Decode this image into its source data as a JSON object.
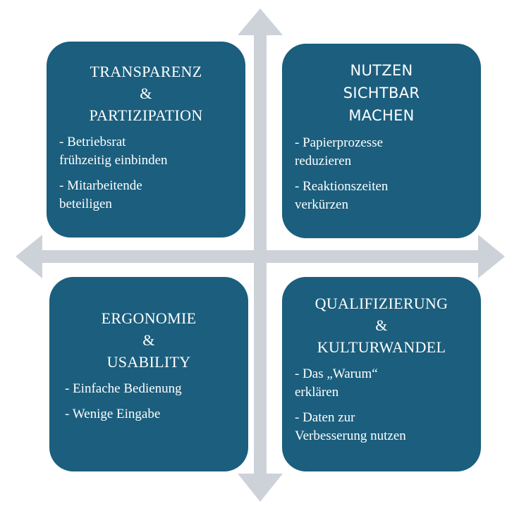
{
  "colors": {
    "box_fill": "#1b5e7d",
    "box_text": "#ffffff",
    "axis_color": "#cdd2d9"
  },
  "quadrants": {
    "top_left": {
      "title_lines": [
        "TRANSPARENZ",
        "&",
        "PARTIZIPATION"
      ],
      "bullets": [
        [
          "- Betriebsrat",
          "frühzeitig einbinden"
        ],
        [
          "- Mitarbeitende",
          "beteiligen"
        ]
      ]
    },
    "top_right": {
      "title_lines": [
        "NUTZEN",
        "SICHTBAR",
        "MACHEN"
      ],
      "bullets": [
        [
          "- Papierprozesse",
          "reduzieren"
        ],
        [
          "- Reaktionszeiten",
          "verkürzen"
        ]
      ]
    },
    "bottom_left": {
      "title_lines": [
        "ERGONOMIE",
        "&",
        "USABILITY"
      ],
      "bullets": [
        [
          "- Einfache Bedienung"
        ],
        [
          "- Wenige Eingabe"
        ]
      ]
    },
    "bottom_right": {
      "title_lines": [
        "QUALIFIZIERUNG",
        "&",
        "KULTURWANDEL"
      ],
      "bullets": [
        [
          "- Das „Warum“",
          "erklären"
        ],
        [
          "- Daten zur",
          "Verbesserung nutzen"
        ]
      ]
    }
  }
}
